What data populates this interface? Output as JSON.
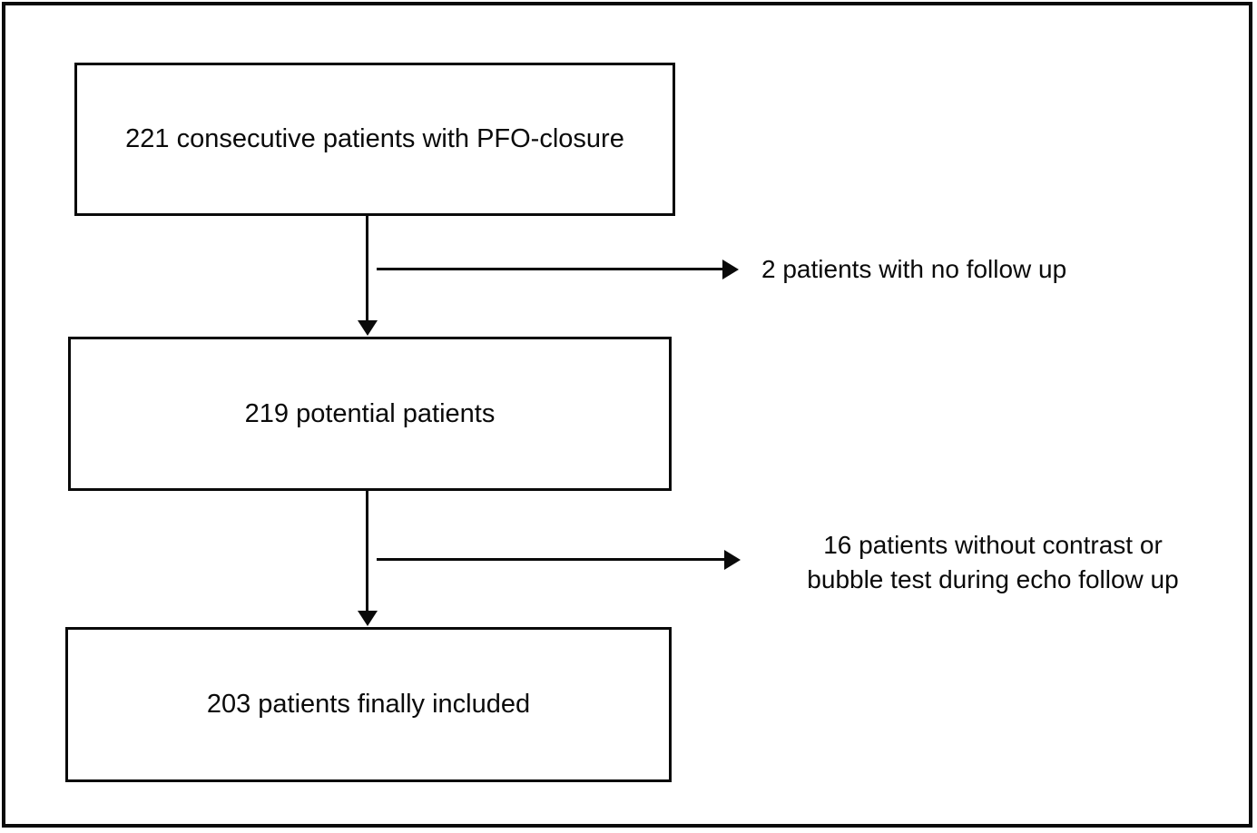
{
  "diagram": {
    "type": "flowchart",
    "colors": {
      "background": "#ffffff",
      "line": "#000000",
      "text": "#000000"
    },
    "boxes": [
      {
        "label": "221 consecutive patients with PFO-closure"
      },
      {
        "label": "219 potential patients"
      },
      {
        "label": "203 patients finally included"
      }
    ],
    "exclusions": [
      {
        "lines": [
          "2 patients with no follow up"
        ]
      },
      {
        "lines": [
          "16 patients without contrast or",
          "bubble test during echo follow up"
        ]
      }
    ]
  }
}
